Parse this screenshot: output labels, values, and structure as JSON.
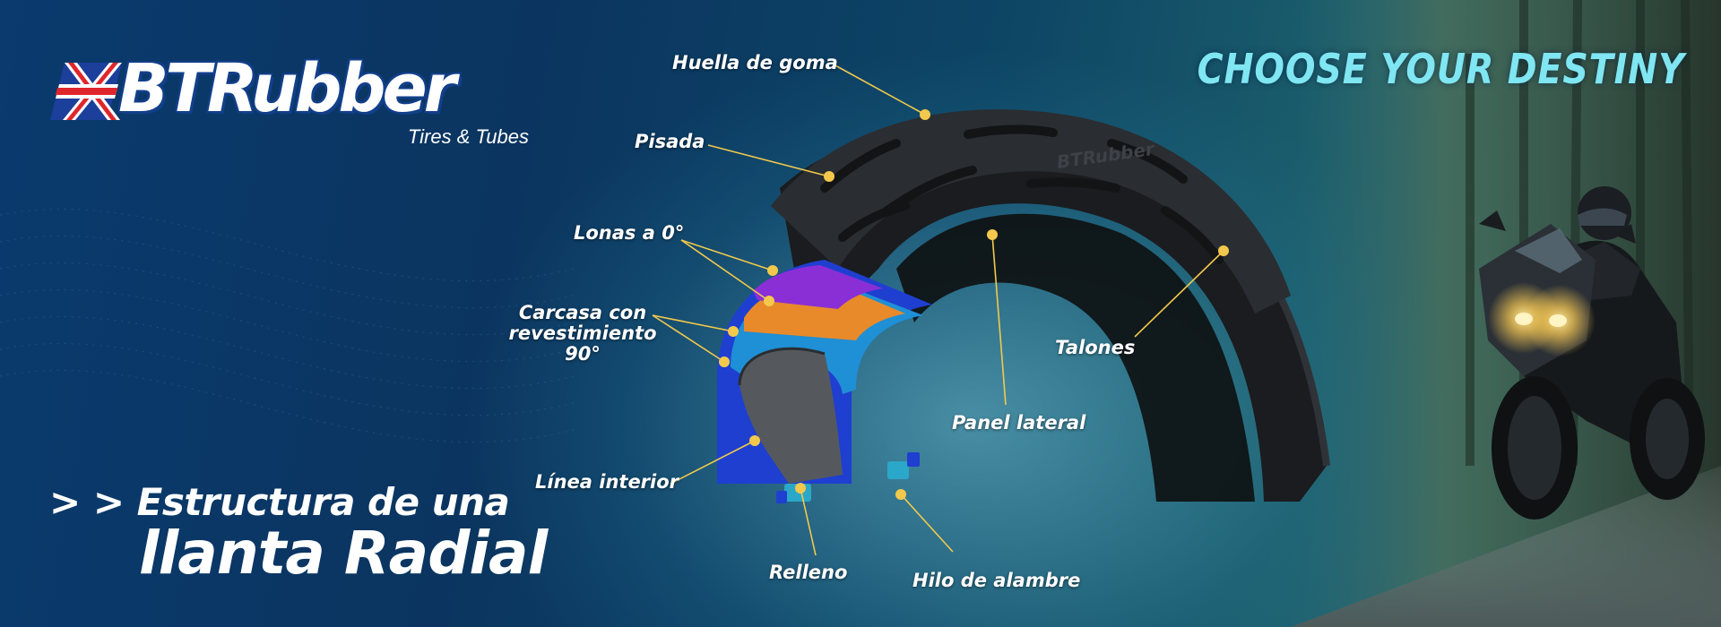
{
  "brand": {
    "name": "BTRubber",
    "subtitle": "Tires & Tubes"
  },
  "tagline": "CHOOSE YOUR DESTINY",
  "headline": {
    "line1": "> > Estructura de una",
    "line2": "llanta Radial"
  },
  "labels": {
    "huella": "Huella de goma",
    "pisada": "Pisada",
    "lonas": "Lonas a 0°",
    "carcasa": "Carcasa con revestimiento 90°",
    "linea": "Línea interior",
    "relleno": "Relleno",
    "hilo": "Hilo de alambre",
    "panel": "Panel lateral",
    "talones": "Talones"
  },
  "colors": {
    "background": "#0b3560",
    "tagline": "#7fe6f2",
    "leader": "#f2c94c",
    "layer_purple": "#8a2fd6",
    "layer_orange": "#e88a2a",
    "layer_cyan": "#1f8fd6",
    "layer_blue": "#1f3fd0"
  }
}
